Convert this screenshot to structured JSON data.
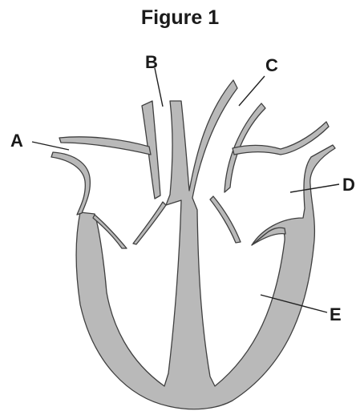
{
  "figure": {
    "title": "Figure 1"
  },
  "labels": {
    "a": "A",
    "b": "B",
    "c": "C",
    "d": "D",
    "e": "E"
  },
  "colors": {
    "heart_tissue": "#b9b9b9",
    "outline": "#404040",
    "text": "#1a1a1a"
  }
}
